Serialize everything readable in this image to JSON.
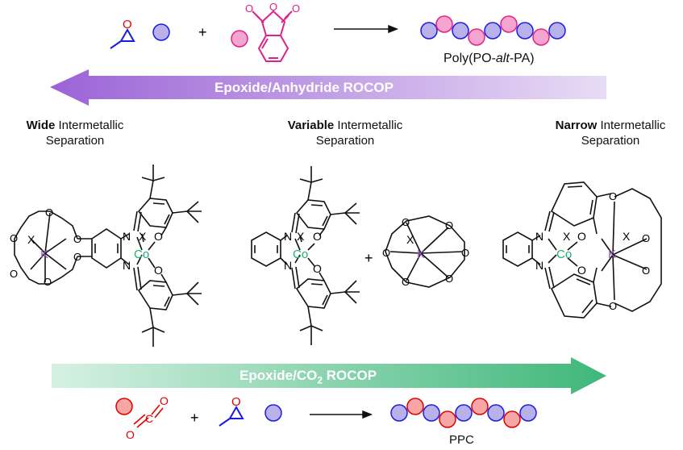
{
  "top_reaction": {
    "product_prefix": "Poly(PO-",
    "product_italic": "alt",
    "product_suffix": "-PA)",
    "plus": "+"
  },
  "banner_top": {
    "label": "Epoxide/Anhydride ROCOP"
  },
  "banner_bottom": {
    "label_prefix": "Epoxide/CO",
    "label_sub": "2",
    "label_suffix": " ROCOP"
  },
  "columns": [
    {
      "bold": "Wide",
      "rest": " Intermetallic",
      "line2": "Separation"
    },
    {
      "bold": "Variable",
      "rest": " Intermetallic",
      "line2": "Separation"
    },
    {
      "bold": "Narrow",
      "rest": " Intermetallic",
      "line2": "Separation"
    }
  ],
  "atoms": {
    "cobalt": "Co",
    "potassium": "K",
    "nitrogen": "N",
    "oxygen": "O",
    "anion": "X",
    "plus": "+"
  },
  "bottom_reaction": {
    "product": "PPC",
    "plus": "+"
  },
  "colors": {
    "oxygen_atom": "#e00000",
    "cobalt": "#20b070",
    "potassium": "#9a5ec9",
    "po_bead": "#b9b2ea",
    "pa_bead": "#f5a5cf",
    "co2_bead": "#f7a6a6",
    "epoxide_stroke": "#1a1ae6",
    "anhydride_stroke": "#e0218a",
    "banner_top": "#a270d8",
    "banner_bottom": "#4fbf86"
  }
}
